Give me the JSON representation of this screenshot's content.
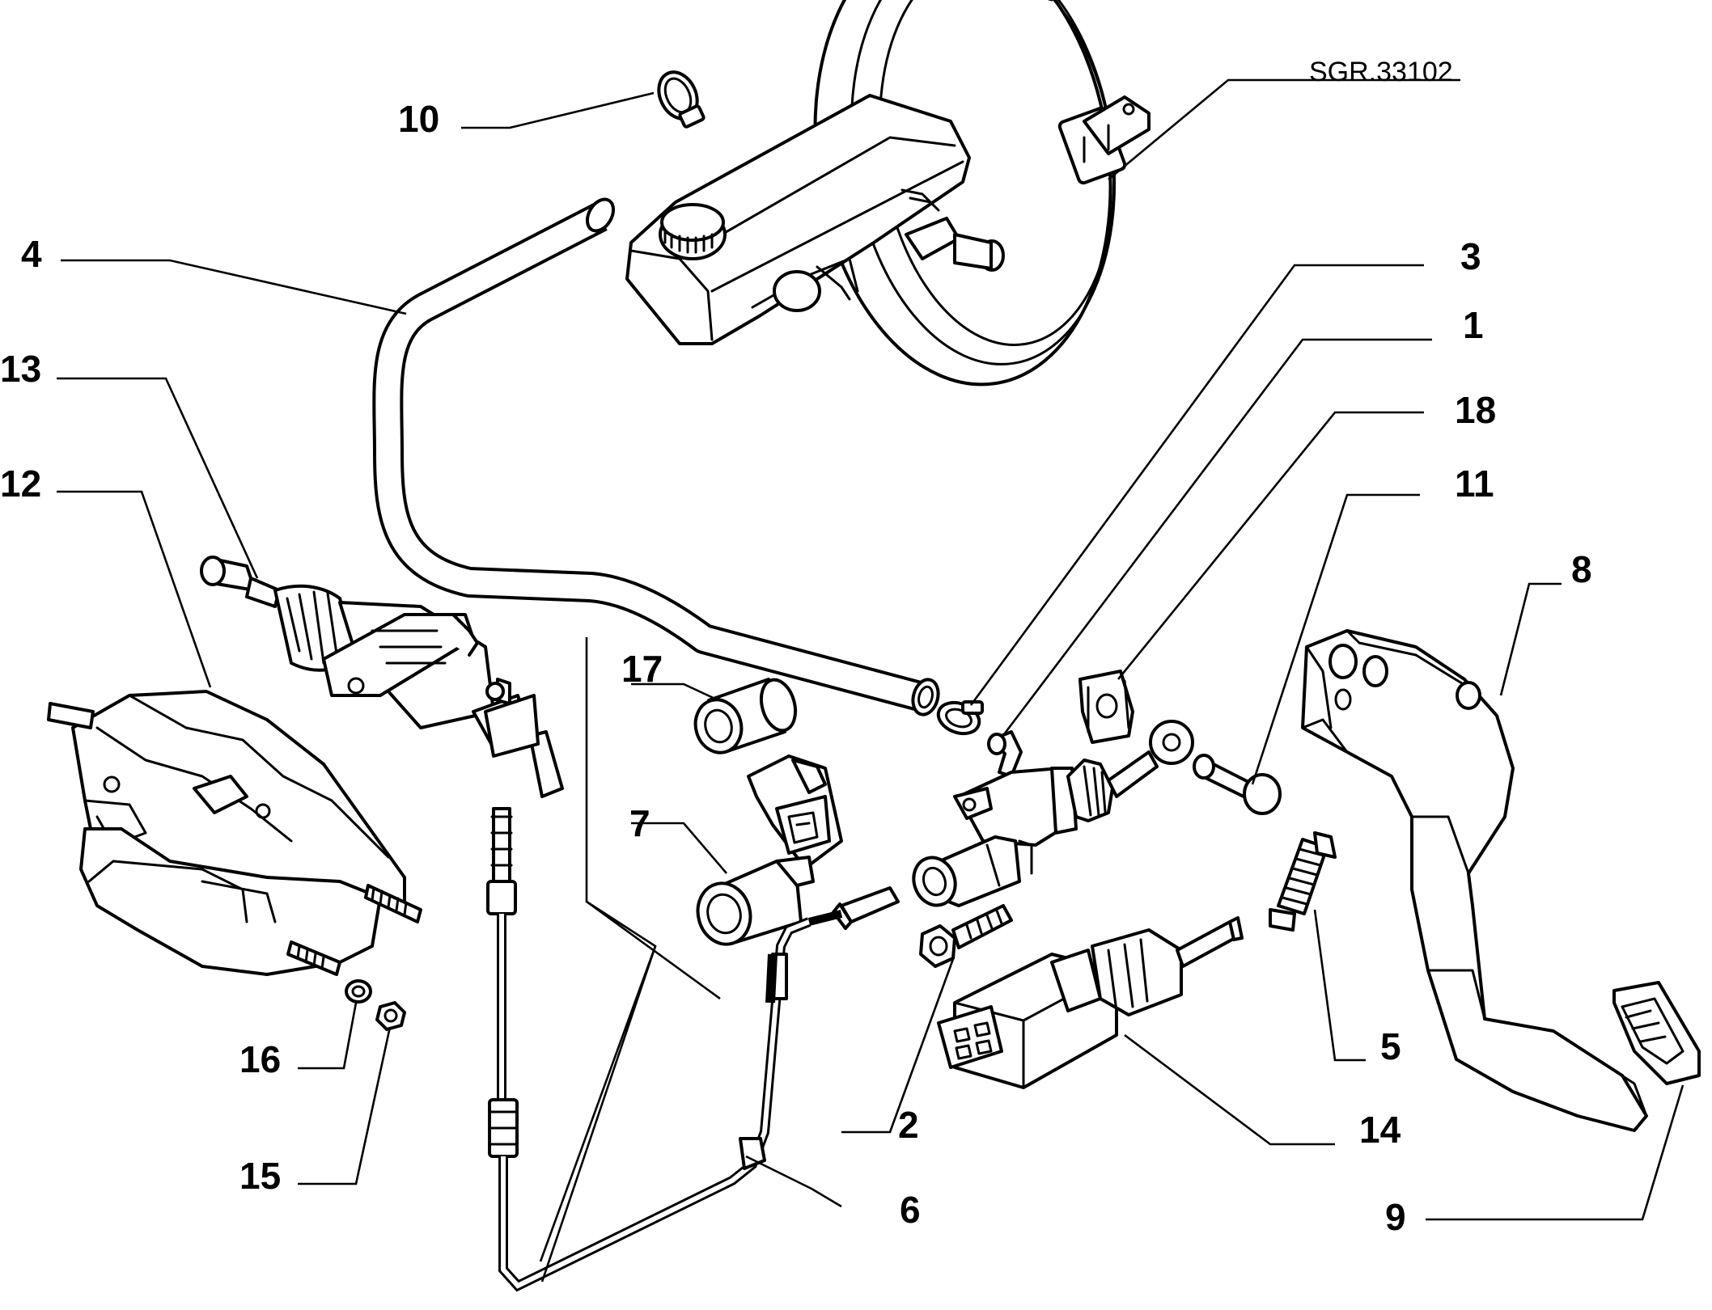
{
  "drawing_code": "SGR.33102",
  "callouts": [
    {
      "id": "c1",
      "label": "1"
    },
    {
      "id": "c2",
      "label": "2"
    },
    {
      "id": "c3",
      "label": "3"
    },
    {
      "id": "c4",
      "label": "4"
    },
    {
      "id": "c5",
      "label": "5"
    },
    {
      "id": "c6",
      "label": "6"
    },
    {
      "id": "c7",
      "label": "7"
    },
    {
      "id": "c8",
      "label": "8"
    },
    {
      "id": "c9",
      "label": "9"
    },
    {
      "id": "c10",
      "label": "10"
    },
    {
      "id": "c11",
      "label": "11"
    },
    {
      "id": "c12",
      "label": "12"
    },
    {
      "id": "c13",
      "label": "13"
    },
    {
      "id": "c14",
      "label": "14"
    },
    {
      "id": "c15",
      "label": "15"
    },
    {
      "id": "c16",
      "label": "16"
    },
    {
      "id": "c17",
      "label": "17"
    },
    {
      "id": "c18",
      "label": "18"
    }
  ],
  "colors": {
    "ink": "#000000",
    "paper": "#ffffff"
  }
}
